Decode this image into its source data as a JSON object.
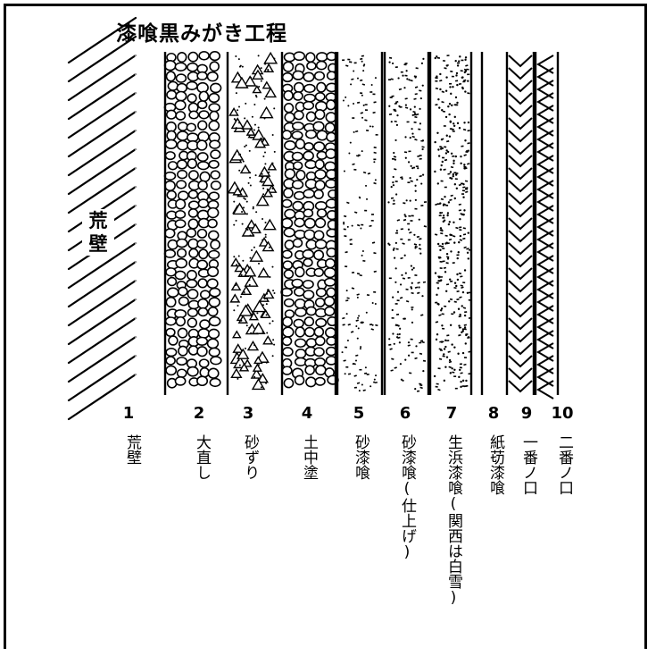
{
  "title": "漆喰黒みがき工程",
  "wall_label": "荒壁",
  "layers": [
    {
      "number": "1",
      "name": "荒壁"
    },
    {
      "number": "2",
      "name": "大直し"
    },
    {
      "number": "3",
      "name": "砂ずり"
    },
    {
      "number": "4",
      "name": "土中塗"
    },
    {
      "number": "5",
      "name": "砂漆喰"
    },
    {
      "number": "6",
      "name": "砂漆喰(仕上げ)"
    },
    {
      "number": "7",
      "name": "生浜漆喰(関西は白雪)"
    },
    {
      "number": "8",
      "name": "紙苆漆喰"
    },
    {
      "number": "9",
      "name": "一番ノ口"
    },
    {
      "number": "10",
      "name": "二番ノ口"
    }
  ]
}
